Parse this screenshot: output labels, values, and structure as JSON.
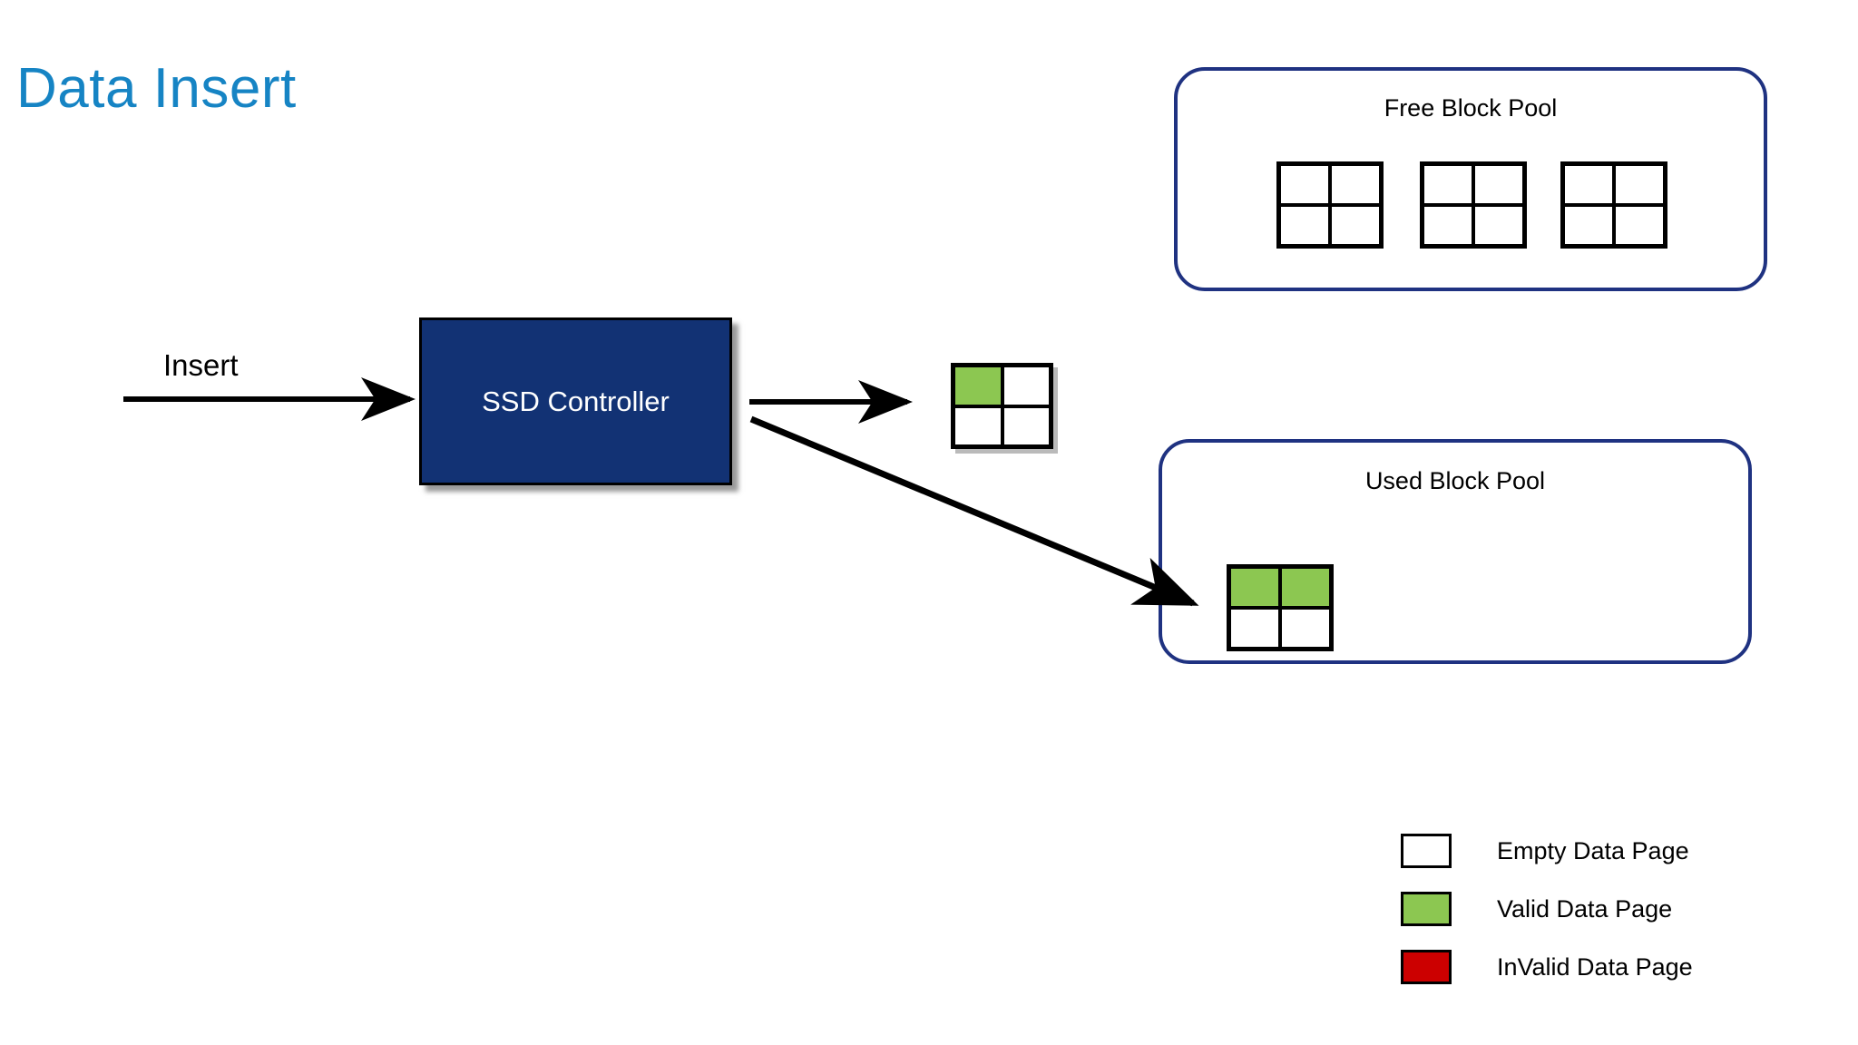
{
  "slide": {
    "title": "Data Insert",
    "title_color": "#1684c4",
    "background": "#ffffff"
  },
  "flow": {
    "input_label": "Insert",
    "controller_label": "SSD Controller",
    "controller_fill": "#123274",
    "controller_text_color": "#ffffff",
    "arrow_color": "#000000"
  },
  "pools": {
    "free": {
      "label": "Free Block Pool",
      "border_color": "#1f3281",
      "blocks": [
        {
          "name": "free-block-1",
          "pages": [
            "empty",
            "empty",
            "empty",
            "empty"
          ]
        },
        {
          "name": "free-block-2",
          "pages": [
            "empty",
            "empty",
            "empty",
            "empty"
          ]
        },
        {
          "name": "free-block-3",
          "pages": [
            "empty",
            "empty",
            "empty",
            "empty"
          ]
        }
      ]
    },
    "used": {
      "label": "Used Block Pool",
      "border_color": "#1f3281",
      "blocks": [
        {
          "name": "used-block-1",
          "pages": [
            "valid",
            "valid",
            "empty",
            "empty"
          ]
        }
      ]
    }
  },
  "inflight_block": {
    "name": "inflight-block",
    "pages": [
      "valid",
      "empty",
      "empty",
      "empty"
    ]
  },
  "legend": {
    "items": [
      {
        "label": "Empty Data Page",
        "color": "#ffffff",
        "state": "empty"
      },
      {
        "label": "Valid Data Page",
        "color": "#8cc751",
        "state": "valid"
      },
      {
        "label": "InValid Data Page",
        "color": "#cc0000",
        "state": "invalid"
      }
    ]
  },
  "colors": {
    "valid_green": "#8cc751",
    "invalid_red": "#cc0000",
    "empty_white": "#ffffff",
    "pool_border_navy": "#1f3281",
    "controller_navy": "#123274",
    "title_blue": "#1684c4"
  }
}
